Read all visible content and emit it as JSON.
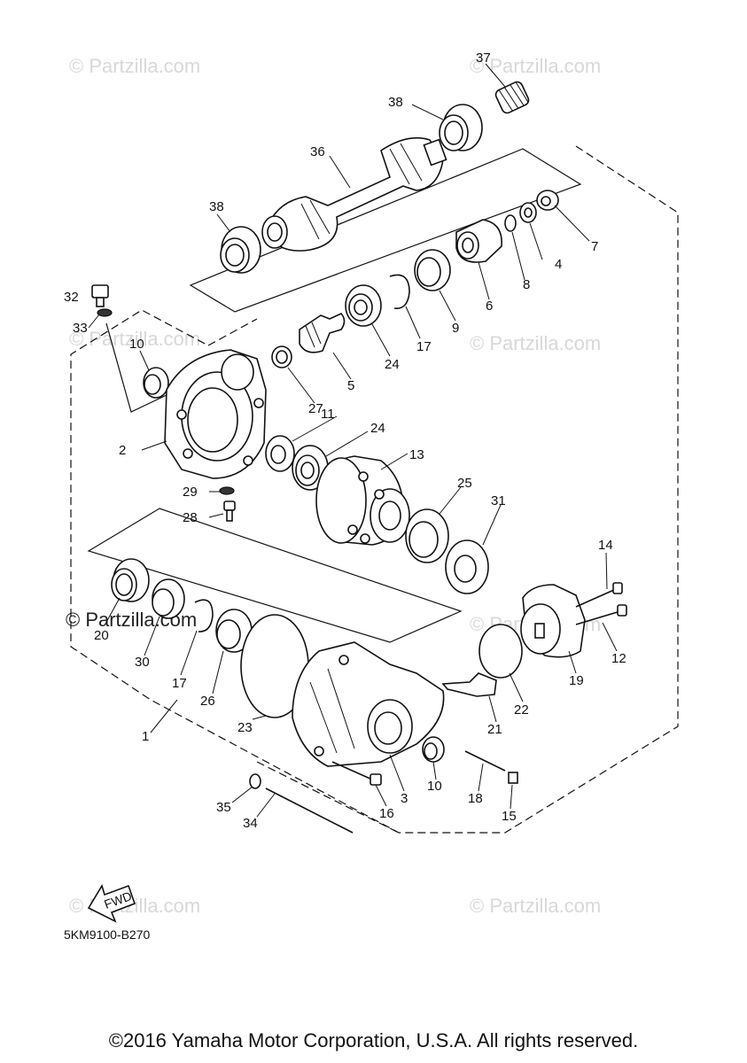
{
  "watermark_text": "© Partzilla.com",
  "diagram_code": "5KM9100-B270",
  "fwd_label": "FWD",
  "copyright": "©2016 Yamaha Motor Corporation, U.S.A. All rights reserved.",
  "callouts": [
    {
      "id": "1",
      "label": "1"
    },
    {
      "id": "2",
      "label": "2"
    },
    {
      "id": "3",
      "label": "3"
    },
    {
      "id": "4",
      "label": "4"
    },
    {
      "id": "5",
      "label": "5"
    },
    {
      "id": "6",
      "label": "6"
    },
    {
      "id": "7",
      "label": "7"
    },
    {
      "id": "8",
      "label": "8"
    },
    {
      "id": "9",
      "label": "9"
    },
    {
      "id": "10a",
      "label": "10"
    },
    {
      "id": "10b",
      "label": "10"
    },
    {
      "id": "11",
      "label": "11"
    },
    {
      "id": "12",
      "label": "12"
    },
    {
      "id": "13",
      "label": "13"
    },
    {
      "id": "14",
      "label": "14"
    },
    {
      "id": "15",
      "label": "15"
    },
    {
      "id": "16",
      "label": "16"
    },
    {
      "id": "17a",
      "label": "17"
    },
    {
      "id": "17b",
      "label": "17"
    },
    {
      "id": "18",
      "label": "18"
    },
    {
      "id": "19",
      "label": "19"
    },
    {
      "id": "20",
      "label": "20"
    },
    {
      "id": "21",
      "label": "21"
    },
    {
      "id": "22",
      "label": "22"
    },
    {
      "id": "23",
      "label": "23"
    },
    {
      "id": "24a",
      "label": "24"
    },
    {
      "id": "24b",
      "label": "24"
    },
    {
      "id": "25",
      "label": "25"
    },
    {
      "id": "26",
      "label": "26"
    },
    {
      "id": "27",
      "label": "27"
    },
    {
      "id": "28",
      "label": "28"
    },
    {
      "id": "29",
      "label": "29"
    },
    {
      "id": "30",
      "label": "30"
    },
    {
      "id": "31",
      "label": "31"
    },
    {
      "id": "32",
      "label": "32"
    },
    {
      "id": "33",
      "label": "33"
    },
    {
      "id": "34",
      "label": "34"
    },
    {
      "id": "35",
      "label": "35"
    },
    {
      "id": "36",
      "label": "36"
    },
    {
      "id": "37",
      "label": "37"
    },
    {
      "id": "38a",
      "label": "38"
    },
    {
      "id": "38b",
      "label": "38"
    }
  ]
}
